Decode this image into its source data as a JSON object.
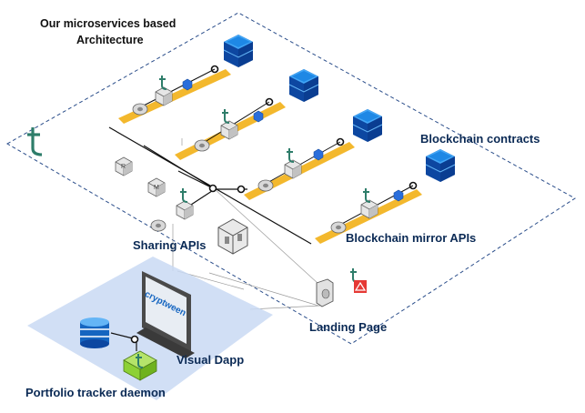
{
  "diagram": {
    "title_line1": "Our microservices based",
    "title_line2": "Architecture",
    "labels": {
      "blockchain_contracts": "Blockchain contracts",
      "blockchain_mirror_apis": "Blockchain mirror APIs",
      "sharing_apis": "Sharing APIs",
      "landing_page": "Landing Page",
      "visual_dapp": "Visual Dapp",
      "portfolio_tracker": "Portfolio tracker daemon"
    },
    "monitor_brand": "cryptween",
    "app_logo_glyph": "t",
    "colors": {
      "navy_text": "#0b2a55",
      "pipeline_orange": "#f2b21b",
      "database_blue": "#1565c0",
      "panel_blue": "#c9d9f3",
      "green_box": "#8dd136",
      "alert_red": "#e53935"
    }
  }
}
